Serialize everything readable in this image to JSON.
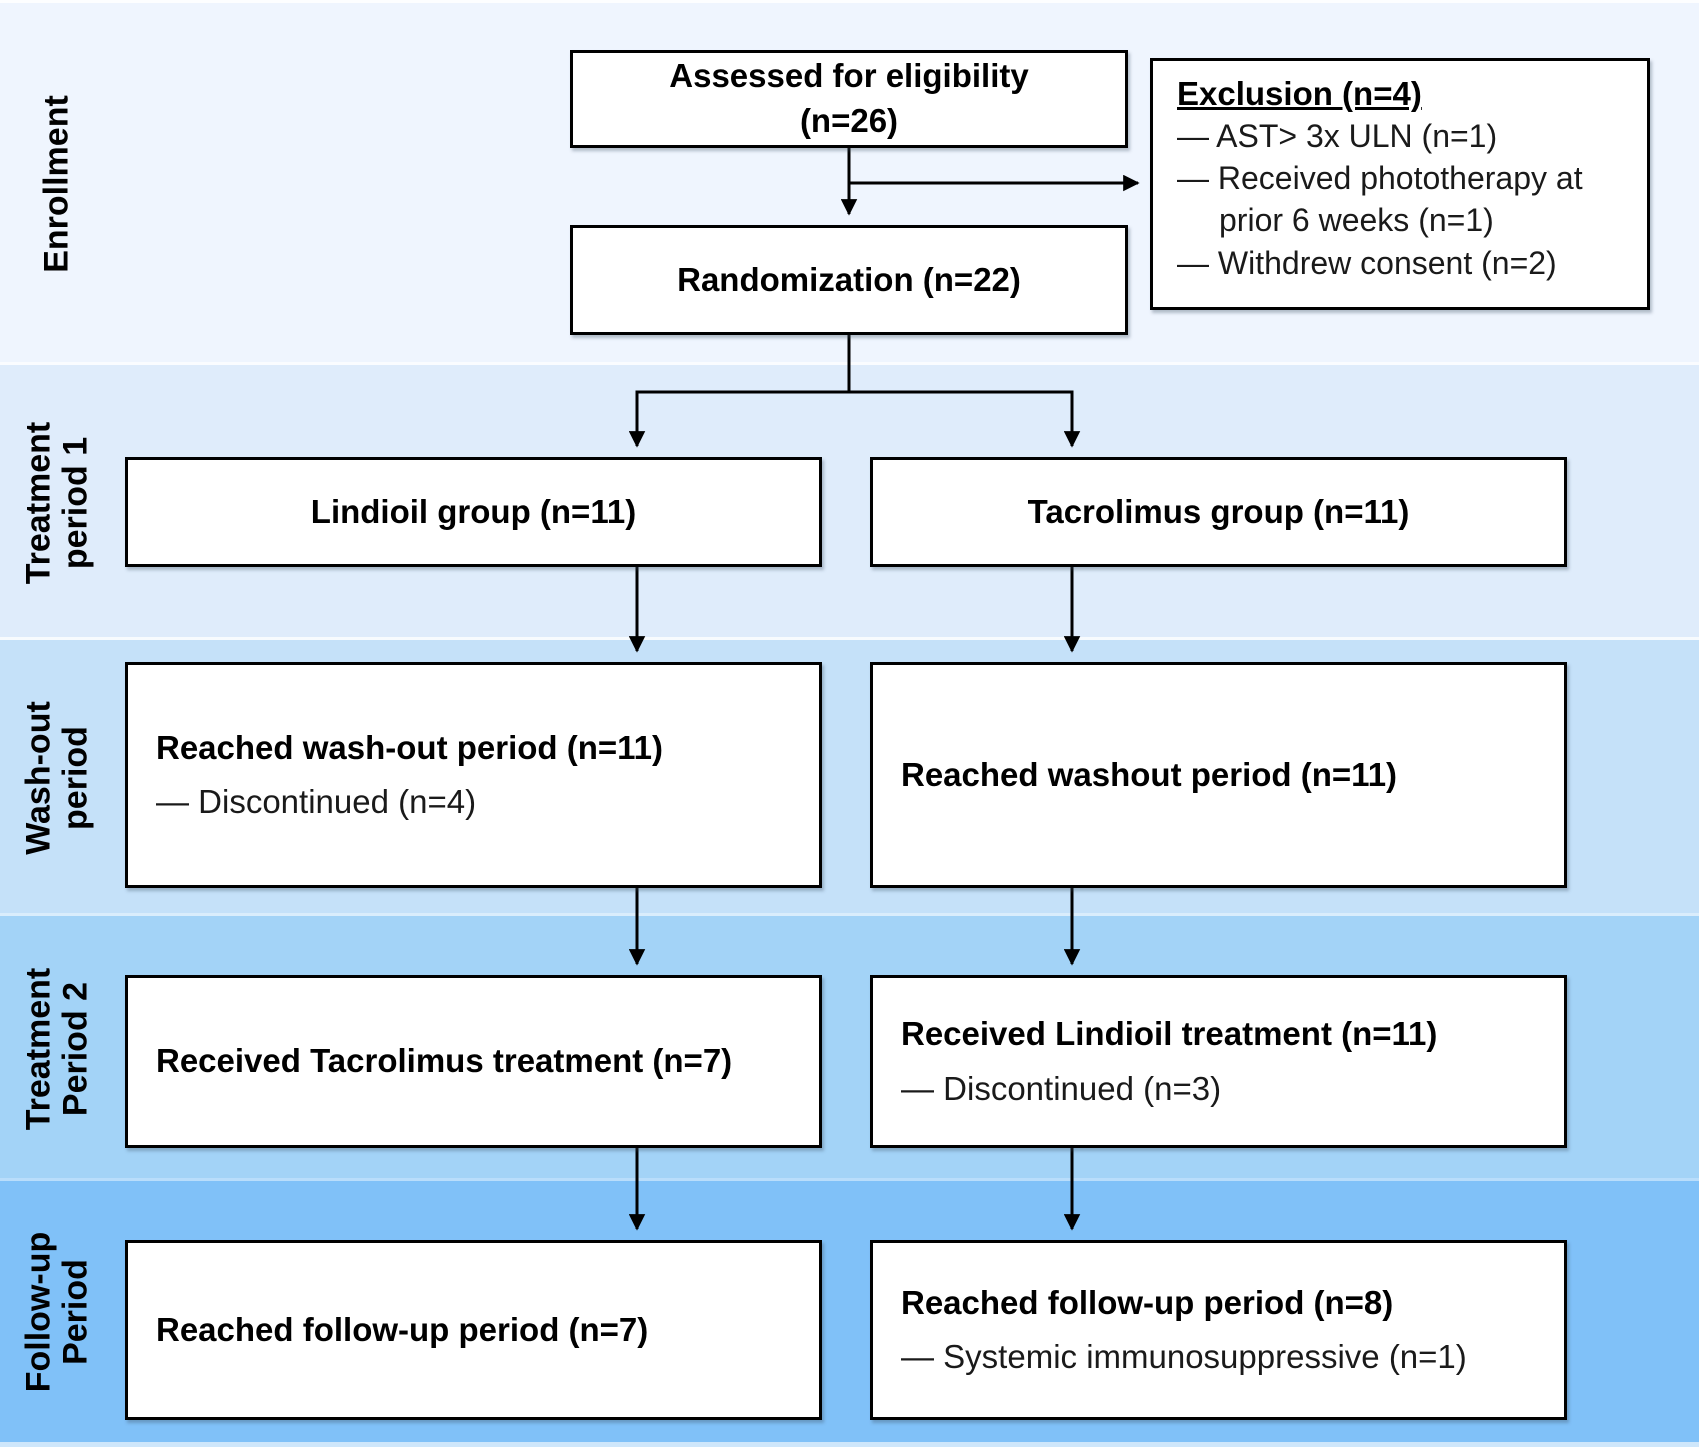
{
  "figure": {
    "type": "clinical-trial-flow-diagram"
  },
  "colors": {
    "band_enrollment": "#eff5fe",
    "band_t1": "#dfecfb",
    "band_washout": "#c5e1f9",
    "band_t2": "#a3d3f7",
    "band_followup": "#80c1f8",
    "box_fill": "#ffffff",
    "box_border": "#000000",
    "connector": "#000000"
  },
  "bands": [
    {
      "id": "enrollment",
      "label_line1": "Enrollment",
      "label_line2": ""
    },
    {
      "id": "treatment-period-1",
      "label_line1": "Treatment",
      "label_line2": "period 1"
    },
    {
      "id": "wash-out-period",
      "label_line1": "Wash-out",
      "label_line2": "period"
    },
    {
      "id": "treatment-period-2",
      "label_line1": "Treatment",
      "label_line2": "Period 2"
    },
    {
      "id": "follow-up-period",
      "label_line1": "Follow-up",
      "label_line2": "Period"
    }
  ],
  "boxes": {
    "assessed": {
      "line1": "Assessed for eligibility",
      "line2": "(n=26)"
    },
    "exclusion": {
      "title": "Exclusion (n=4)",
      "items": [
        "— AST> 3x ULN (n=1)",
        "— Received phototherapy at prior 6 weeks (n=1)",
        "— Withdrew consent (n=2)"
      ]
    },
    "randomization": {
      "text": "Randomization (n=22)"
    },
    "lindioil_group": {
      "text": "Lindioil group (n=11)"
    },
    "tacrolimus_group": {
      "text": "Tacrolimus group (n=11)"
    },
    "washout_left": {
      "main": "Reached wash-out period (n=11)",
      "sub": "— Discontinued (n=4)"
    },
    "washout_right": {
      "main": "Reached washout period (n=11)"
    },
    "t2_left": {
      "main": "Received Tacrolimus treatment (n=7)"
    },
    "t2_right": {
      "main": "Received Lindioil treatment (n=11)",
      "sub": "— Discontinued (n=3)"
    },
    "followup_left": {
      "main": "Reached follow-up period (n=7)"
    },
    "followup_right": {
      "main": "Reached follow-up period (n=8)",
      "sub": "— Systemic immunosuppressive (n=1)"
    }
  }
}
